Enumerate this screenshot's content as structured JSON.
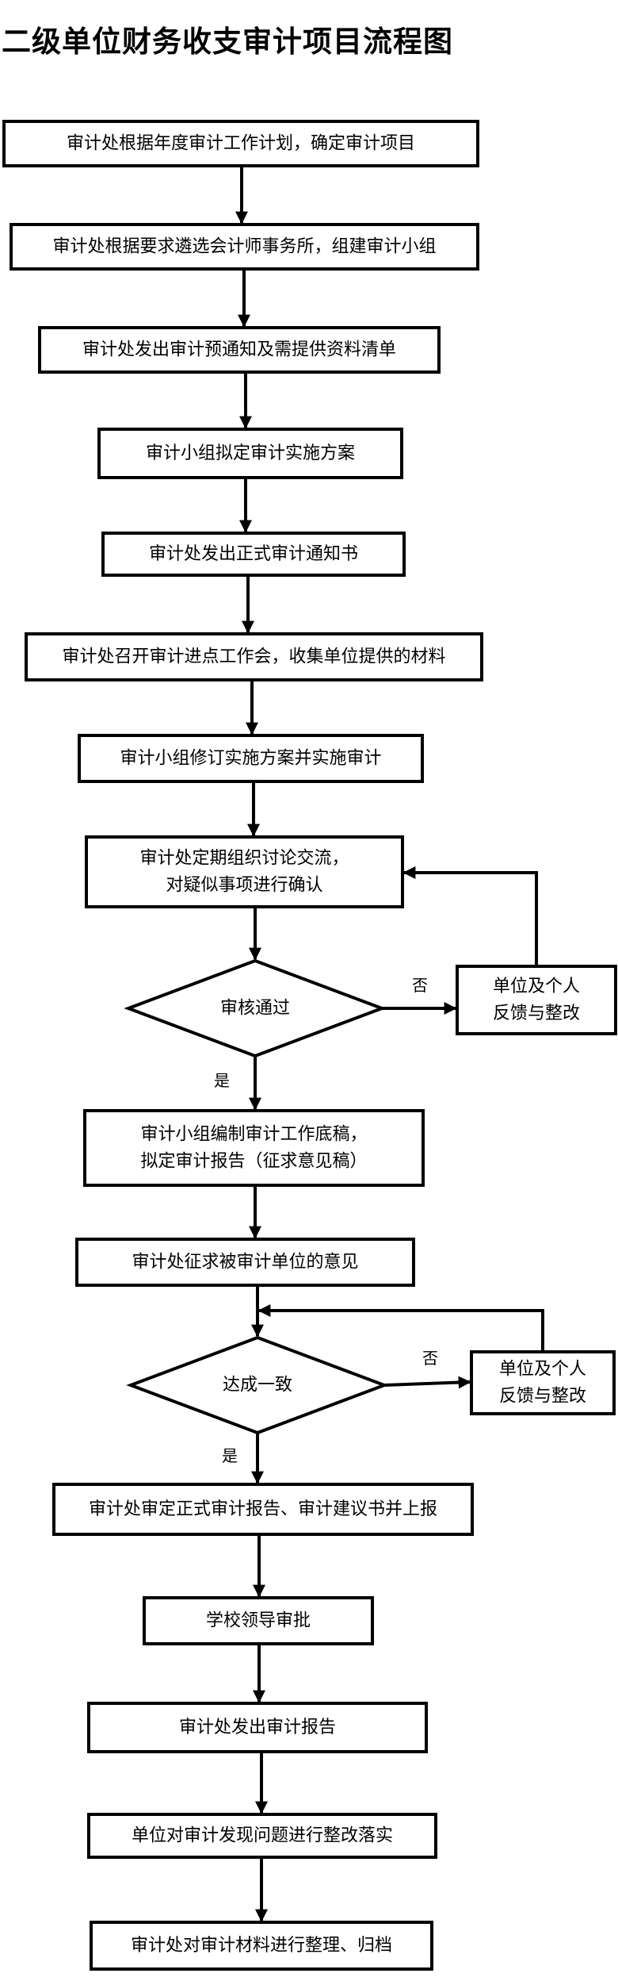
{
  "title": "二级单位财务收支审计项目流程图",
  "steps": [
    [
      "审计处根据年度审计工作计划，确定审计项目"
    ],
    [
      "审计处根据要求遴选会计师事务所，组建审计小组"
    ],
    [
      "审计处发出审计预通知及需提供资料清单"
    ],
    [
      "审计小组拟定审计实施方案"
    ],
    [
      "审计处发出正式审计通知书"
    ],
    [
      "审计处召开审计进点工作会，收集单位提供的材料"
    ],
    [
      "审计小组修订实施方案并实施审计"
    ],
    [
      "审计处定期组织讨论交流，",
      "对疑似事项进行确认"
    ],
    [
      "审计小组编制审计工作底稿，",
      "拟定审计报告（征求意见稿）"
    ],
    [
      "审计处征求被审计单位的意见"
    ],
    [
      "审计处审定正式审计报告、审计建议书并上报"
    ],
    [
      "学校领导审批"
    ],
    [
      "审计处发出审计报告"
    ],
    [
      "单位对审计发现问题进行整改落实"
    ],
    [
      "审计处对审计材料进行整理、归档"
    ]
  ],
  "decisions": [
    "审核通过",
    "达成一致"
  ],
  "feedback": [
    [
      "单位及个人",
      "反馈与整改"
    ],
    [
      "单位及个人",
      "反馈与整改"
    ]
  ],
  "labels": {
    "no": "否",
    "yes": "是"
  }
}
